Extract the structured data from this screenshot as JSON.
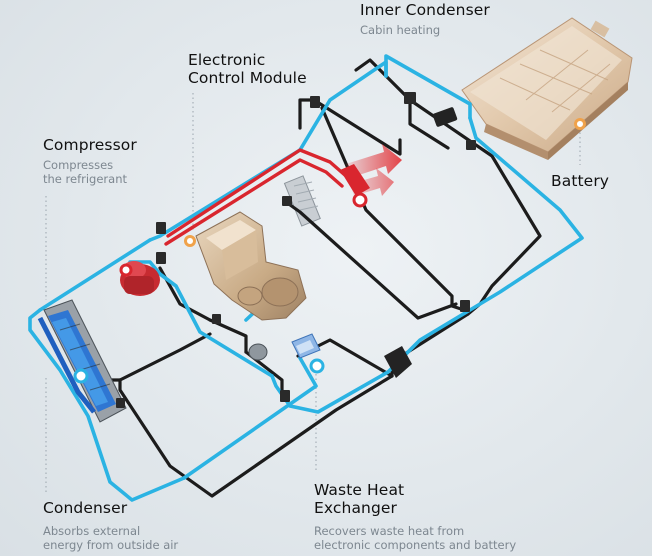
{
  "labels": {
    "inner_condenser": {
      "title": "Inner Condenser",
      "subtitle": "Cabin heating"
    },
    "ecm": {
      "title_line1": "Electronic",
      "title_line2": "Control Module"
    },
    "compressor": {
      "title": "Compressor",
      "subtitle_line1": "Compresses",
      "subtitle_line2": "the refrigerant"
    },
    "battery": {
      "title": "Battery"
    },
    "condenser": {
      "title": "Condenser",
      "subtitle_line1": "Absorbs external",
      "subtitle_line2": "energy from outside air"
    },
    "waste_heat_exchanger": {
      "title_line1": "Waste Heat",
      "title_line2": "Exchanger",
      "subtitle_line1": "Recovers waste heat from",
      "subtitle_line2": "electronic components and battery"
    }
  },
  "colors": {
    "coolant_blue": "#2bb3e3",
    "hot_red": "#d9262e",
    "pipe_black": "#1c1c1c",
    "accent_orange": "#f0a24a",
    "label_gray": "#7d8790"
  }
}
